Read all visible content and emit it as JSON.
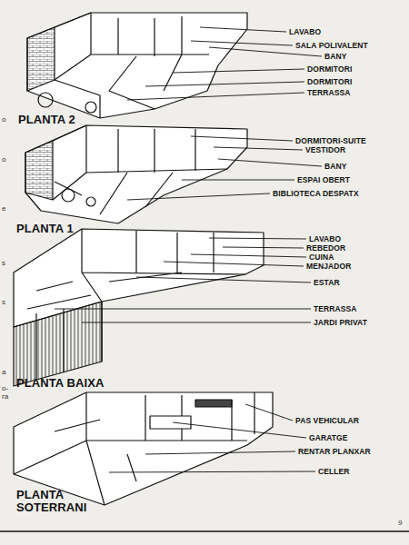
{
  "diagram": {
    "labels": [
      "LAVABO",
      "SALA POLIVALENT",
      "BANY",
      "DORMITORI",
      "DORMITORI",
      "TERRASSA",
      "o",
      "PLANTA 2",
      "DORMITORI-SUITE",
      "VESTIDOR",
      "o",
      "BANY",
      "ESPAI OBERT",
      "BIBLIOTECA DESPATX",
      "e",
      "PLANTA 1",
      "LAVABO",
      "REBEDOR",
      "CUINA",
      "s",
      "MENJADOR",
      "ESTAR",
      "s",
      "TERRASSA",
      "JARDI PRIVAT",
      "a",
      "o-",
      "ra",
      "PLANTA BAIXA",
      "PAS VEHICULAR",
      "GARATGE",
      "RENTAR PLANXAR",
      "CELLER",
      "PLANTA SOTERRANI",
      "9"
    ]
  }
}
